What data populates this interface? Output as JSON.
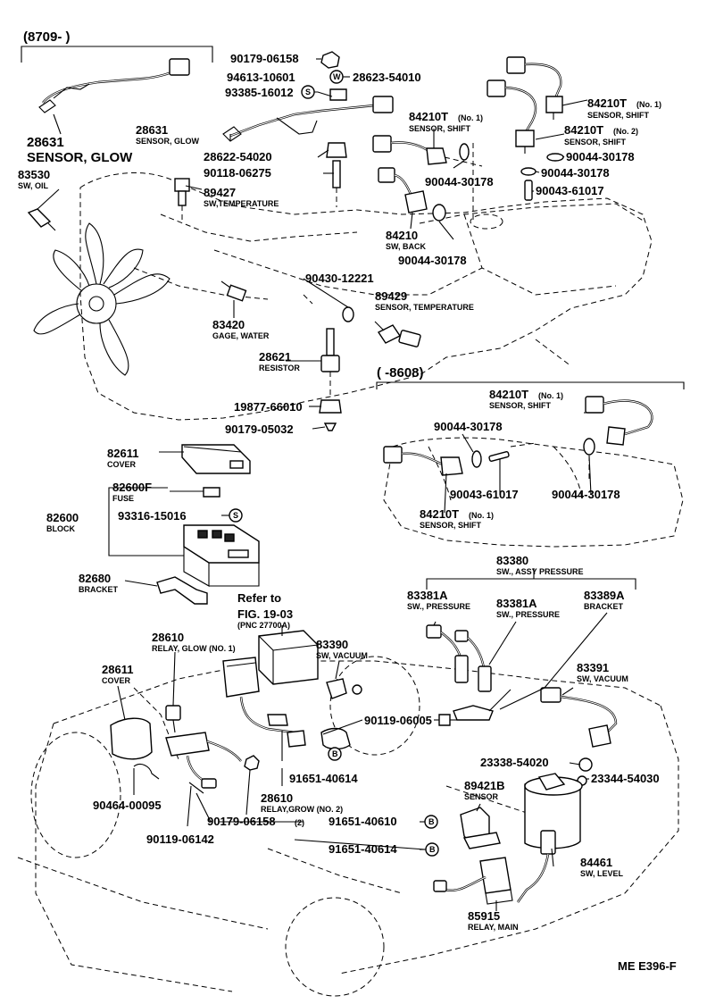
{
  "diagram": {
    "top_range": "(8709-      )",
    "mid_range": "(      -8608)",
    "footer_code": "ME E396-F",
    "refer": {
      "line1": "Refer to",
      "line2": "FIG. 19-03",
      "line3": "(PNC 27700A)"
    },
    "callouts": [
      {
        "pn": "90179-06158"
      },
      {
        "pn": "94613-10601"
      },
      {
        "pn": "28623-54010"
      },
      {
        "pn": "93385-16012"
      },
      {
        "pn": "28631",
        "name": "SENSOR, GLOW"
      },
      {
        "pn": "28631",
        "name": "SENSOR, GLOW"
      },
      {
        "pn": "28622-54020"
      },
      {
        "pn": "90118-06275"
      },
      {
        "pn": "83530",
        "name": "SW, OIL"
      },
      {
        "pn": "89427",
        "name": "SW,TEMPERATURE"
      },
      {
        "pn": "84210T",
        "sup": "(No. 1)",
        "name": "SENSOR, SHIFT"
      },
      {
        "pn": "84210T",
        "sup": "(No. 1)",
        "name": "SENSOR, SHIFT"
      },
      {
        "pn": "84210T",
        "sup": "(No. 2)",
        "name": "SENSOR, SHIFT"
      },
      {
        "pn": "90044-30178"
      },
      {
        "pn": "90044-30178"
      },
      {
        "pn": "90044-30178"
      },
      {
        "pn": "90043-61017"
      },
      {
        "pn": "84210",
        "name": "SW, BACK"
      },
      {
        "pn": "90044-30178"
      },
      {
        "pn": "90430-12221"
      },
      {
        "pn": "89429",
        "name": "SENSOR, TEMPERATURE"
      },
      {
        "pn": "83420",
        "name": "GAGE, WATER"
      },
      {
        "pn": "28621",
        "name": "RESISTOR"
      },
      {
        "pn": "19877-66010"
      },
      {
        "pn": "90179-05032"
      },
      {
        "pn": "84210T",
        "sup": "(No. 1)",
        "name": "SENSOR, SHIFT"
      },
      {
        "pn": "90044-30178"
      },
      {
        "pn": "90043-61017"
      },
      {
        "pn": "90044-30178"
      },
      {
        "pn": "84210T",
        "sup": "(No. 1)",
        "name": "SENSOR, SHIFT"
      },
      {
        "pn": "82611",
        "name": "COVER"
      },
      {
        "pn": "82600F",
        "name": "FUSE"
      },
      {
        "pn": "82600",
        "name": "BLOCK"
      },
      {
        "pn": "93316-15016"
      },
      {
        "pn": "82680",
        "name": "BRACKET"
      },
      {
        "pn": "83380",
        "name": "SW., ASSY PRESSURE"
      },
      {
        "pn": "83381A",
        "name": "SW., PRESSURE"
      },
      {
        "pn": "83381A",
        "name": "SW., PRESSURE"
      },
      {
        "pn": "83389A",
        "name": "BRACKET"
      },
      {
        "pn": "28610",
        "name": "RELAY, GLOW (NO. 1)"
      },
      {
        "pn": "28611",
        "name": "COVER"
      },
      {
        "pn": "83390",
        "name": "SW, VACUUM"
      },
      {
        "pn": "83391",
        "name": "SW, VACUUM"
      },
      {
        "pn": "90119-06005"
      },
      {
        "pn": "23338-54020"
      },
      {
        "pn": "23344-54030"
      },
      {
        "pn": "91651-40614"
      },
      {
        "pn": "28610",
        "name": "RELAY,GROW (NO. 2)"
      },
      {
        "pn": "90179-06158",
        "sup": "(2)"
      },
      {
        "pn": "90464-00095"
      },
      {
        "pn": "90119-06142"
      },
      {
        "pn": "89421B",
        "name": "SENSOR"
      },
      {
        "pn": "91651-40610"
      },
      {
        "pn": "91651-40614"
      },
      {
        "pn": "84461",
        "name": "SW, LEVEL"
      },
      {
        "pn": "85915",
        "name": "RELAY, MAIN"
      }
    ],
    "bolt_marks": [
      "W",
      "S",
      "S",
      "B",
      "B",
      "B"
    ]
  }
}
